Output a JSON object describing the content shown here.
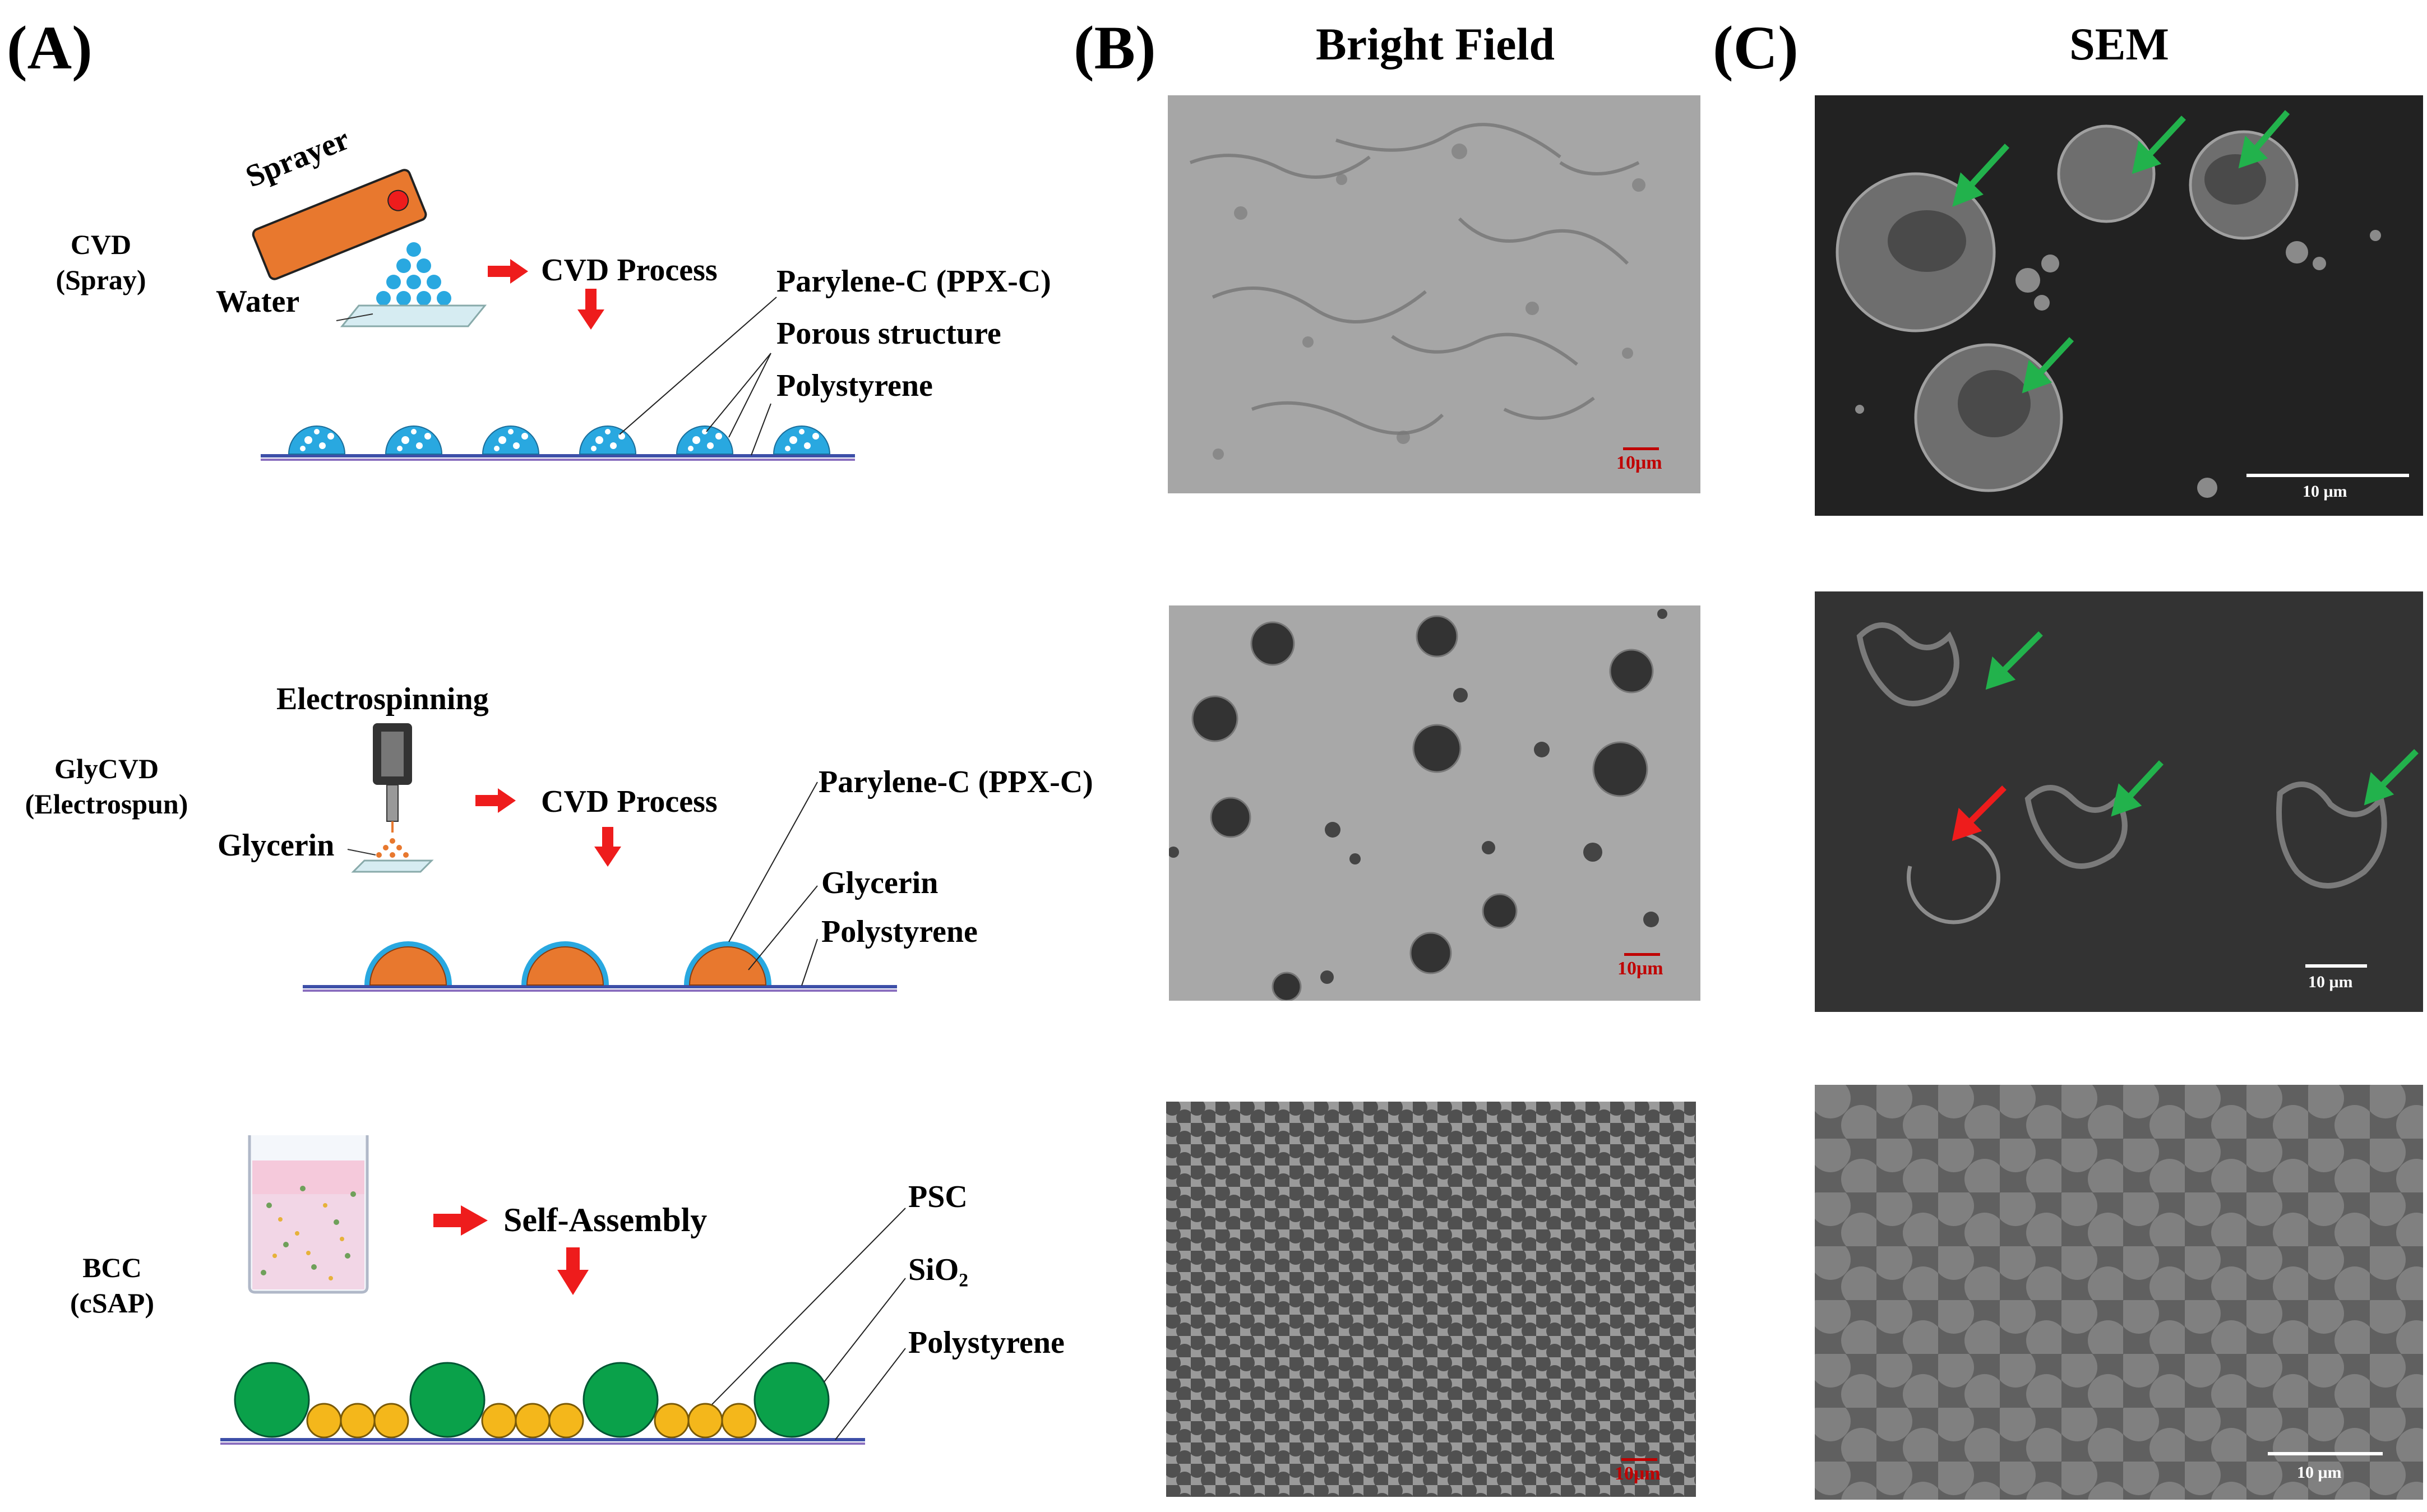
{
  "panels": {
    "a": "(A)",
    "b": "(B)",
    "c": "(C)"
  },
  "columns": {
    "bright_field": "Bright Field",
    "sem": "SEM"
  },
  "rows": [
    {
      "method": "CVD",
      "sub": "(Spray)",
      "labels": {
        "sprayer": "Sprayer",
        "water": "Water",
        "process": "CVD Process",
        "layer1": "Parylene-C (PPX-C)",
        "layer2": "Porous structure",
        "layer3": "Polystyrene"
      },
      "scale_bf": "10μm",
      "scale_sem": "10 μm"
    },
    {
      "method": "GlyCVD",
      "sub": "(Electrospun)",
      "labels": {
        "tool": "Electrospinning",
        "material": "Glycerin",
        "process": "CVD Process",
        "layer1": "Parylene-C (PPX-C)",
        "layer2": "Glycerin",
        "layer3": "Polystyrene"
      },
      "scale_bf": "10μm",
      "scale_sem": "10 μm"
    },
    {
      "method": "BCC",
      "sub": "(cSAP)",
      "labels": {
        "process": "Self-Assembly",
        "layer1": "PSC",
        "layer2": "SiO₂",
        "layer3": "Polystyrene"
      },
      "scale_bf": "10μm",
      "scale_sem": "10 μm"
    }
  ],
  "colors": {
    "water_blue": "#29a8e0",
    "glycerin_orange": "#e8782e",
    "psc_green": "#0aa14a",
    "sio2_yellow": "#f4b71b",
    "arrow_red": "#ee1c1c",
    "arrow_green": "#22b24c",
    "substrate_blue": "#3d4fa8"
  }
}
